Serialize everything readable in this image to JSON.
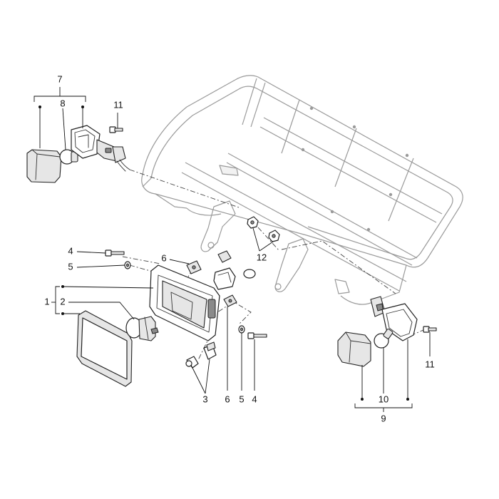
{
  "labels": {
    "l1": "1",
    "l2": "2",
    "l3": "3",
    "l4_left": "4",
    "l4_right": "4",
    "l5_left": "5",
    "l5_right": "5",
    "l6_top": "6",
    "l6_bottom": "6",
    "l7": "7",
    "l8": "8",
    "l9": "9",
    "l10": "10",
    "l11_left": "11",
    "l11_right": "11",
    "l12": "12"
  }
}
